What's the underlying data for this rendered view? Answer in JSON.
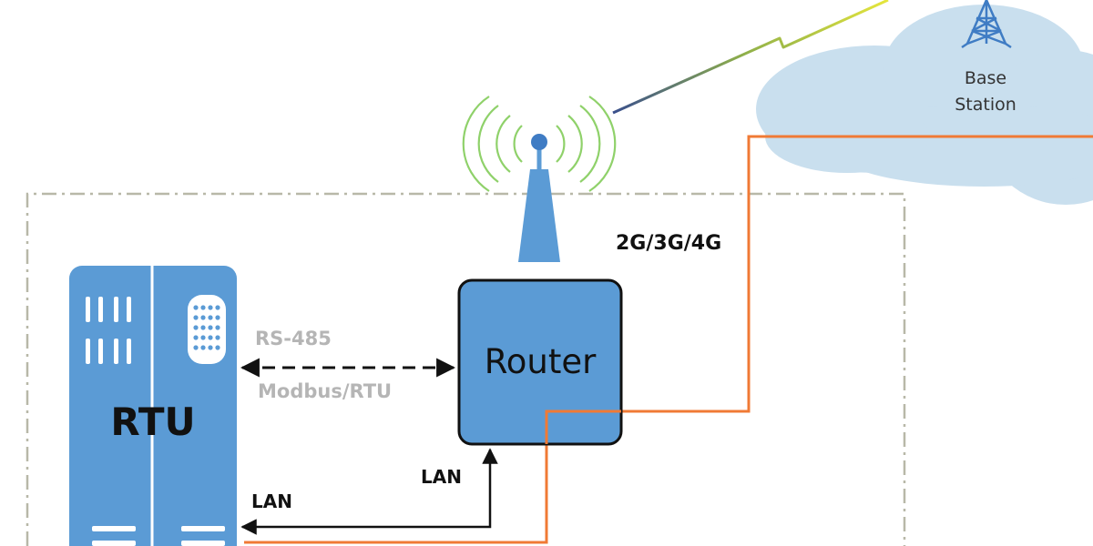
{
  "labels": {
    "base_station_line1": "Base",
    "base_station_line2": "Station",
    "network": "2G/3G/4G",
    "router": "Router",
    "rtu": "RTU",
    "rs485": "RS-485",
    "modbus": "Modbus/RTU",
    "lan_router": "LAN",
    "lan_rtu": "LAN"
  },
  "colors": {
    "device_blue": "#5b9bd5",
    "device_blue_dark": "#4a8ac4",
    "cloud": "#c9dfee",
    "cloud_edge": "#b2cfe3",
    "signal_green": "#8fd16a",
    "fiber_orange": "#f07a35",
    "dash_border": "#b8b8a8",
    "tower_blue": "#3f7cc4",
    "protocol_gray": "#b5b5b5"
  }
}
